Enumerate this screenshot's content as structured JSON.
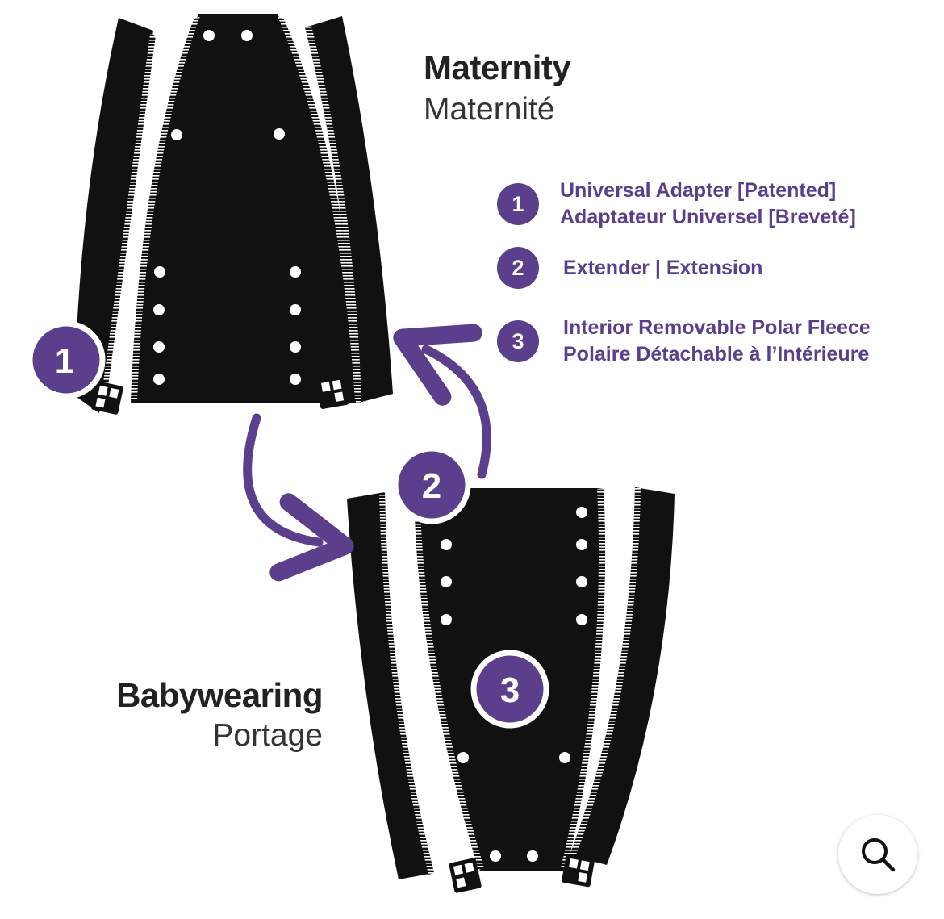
{
  "maternity": {
    "title": "Maternity",
    "subtitle": "Maternité"
  },
  "babywearing": {
    "title": "Babywearing",
    "subtitle": "Portage"
  },
  "legend": [
    {
      "number": "1",
      "lines": [
        "Universal Adapter [Patented]",
        "Adaptateur Universel [Breveté]"
      ]
    },
    {
      "number": "2",
      "lines": [
        "Extender | Extension"
      ]
    },
    {
      "number": "3",
      "lines": [
        "Interior Removable Polar Fleece",
        "Polaire Détachable à l’Intérieure"
      ]
    }
  ],
  "callouts": {
    "one": "1",
    "two": "2",
    "three": "3"
  },
  "colors": {
    "accent": "#5b3f8c",
    "panel": "#111111",
    "text_dark": "#222222"
  },
  "icons": {
    "zoom": "magnifier-icon"
  }
}
